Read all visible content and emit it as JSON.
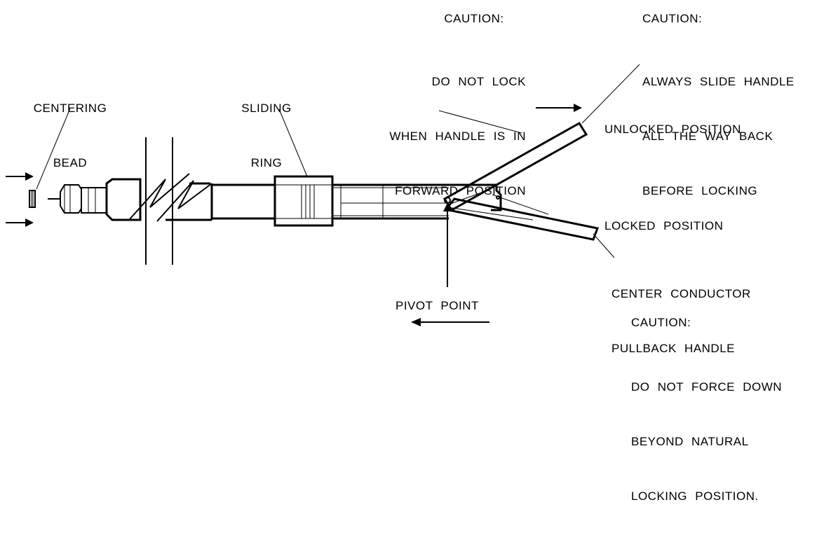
{
  "labels": {
    "centering_bead": [
      "CENTERING",
      "BEAD"
    ],
    "sliding_ring": [
      "SLIDING",
      "RING"
    ],
    "caution_top_left": {
      "heading": "CAUTION:",
      "lines": [
        "DO NOT LOCK",
        "WHEN HANDLE IS IN",
        "FORWARD POSITION"
      ]
    },
    "caution_top_right": {
      "heading": "CAUTION:",
      "lines": [
        "ALWAYS SLIDE HANDLE",
        "ALL THE WAY BACK",
        "BEFORE LOCKING"
      ]
    },
    "unlocked_position": "UNLOCKED POSITION",
    "locked_position": "LOCKED POSITION",
    "pullback_handle": [
      "CENTER CONDUCTOR",
      "PULLBACK HANDLE"
    ],
    "pivot_point": "PIVOT POINT",
    "caution_bottom": {
      "heading": "CAUTION:",
      "lines": [
        "DO NOT FORCE DOWN",
        "BEYOND NATURAL",
        "LOCKING POSITION."
      ]
    }
  }
}
